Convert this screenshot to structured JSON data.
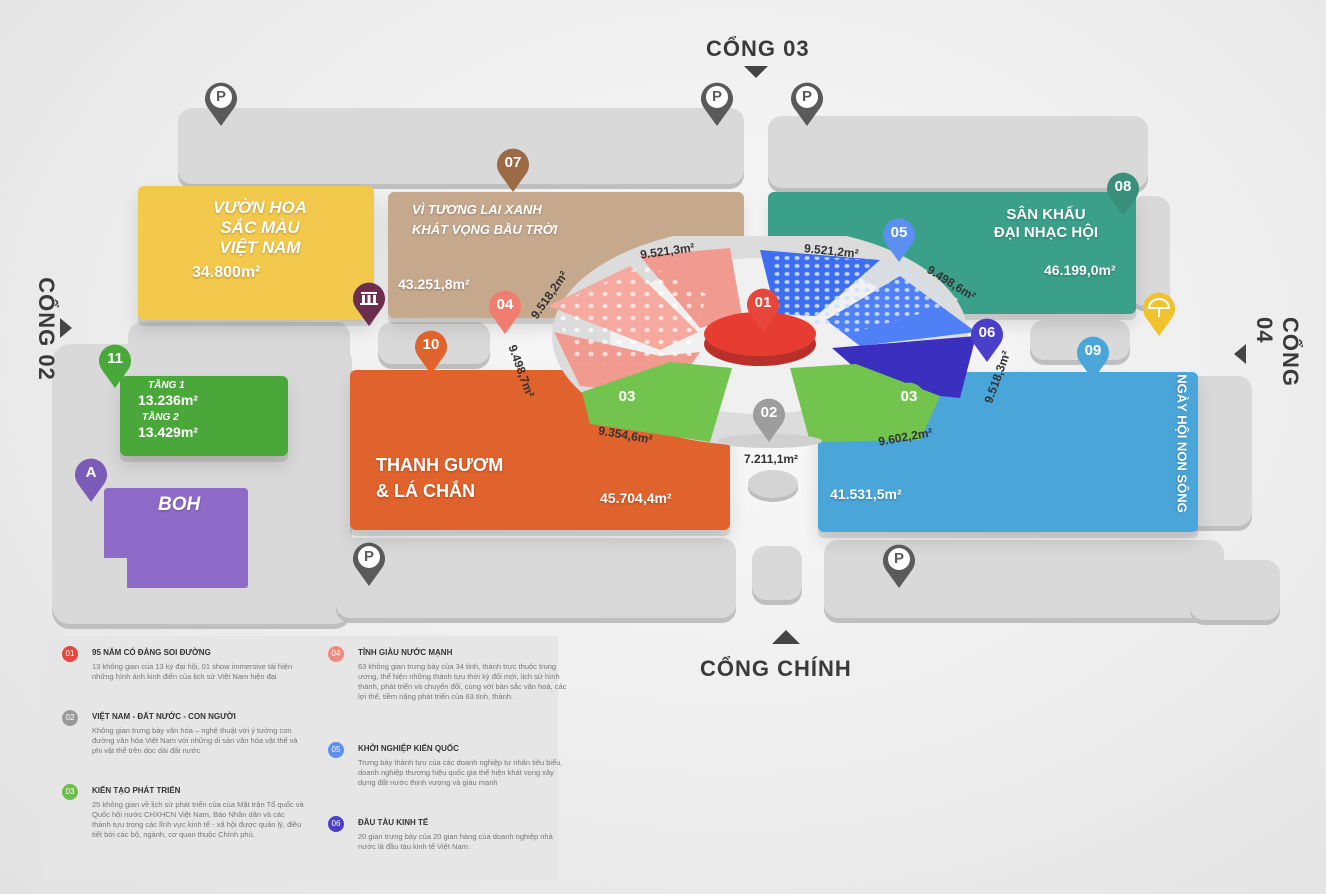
{
  "gates": {
    "gate_03": "CỔNG 03",
    "gate_02": "CỔNG 02",
    "gate_04": "CỔNG 04",
    "gate_main": "CỔNG CHÍNH"
  },
  "parking_label": "P",
  "zones": {
    "z01": {
      "num": "01"
    },
    "z02": {
      "num": "02",
      "area": "7.211,1m²"
    },
    "z03": {
      "num": "03",
      "area_left": "9.354,6m²",
      "area_right": "9.602,2m²"
    },
    "z04": {
      "num": "04",
      "area_a": "9.521,3m²",
      "area_b": "9.518,2m²",
      "area_c": "9.498,7m²"
    },
    "z05": {
      "num": "05",
      "area_a": "9.521,2m²",
      "area_b": "9.498,6m²"
    },
    "z06": {
      "num": "06",
      "area": "9.518,3m²"
    },
    "z07": {
      "num": "07",
      "name": "VÌ TƯƠNG LAI XANH\nKHÁT VỌNG BẦU TRỜI",
      "area": "43.251,8m²"
    },
    "z08": {
      "num": "08",
      "name": "SÂN KHẤU\nĐẠI NHẠC HỘI",
      "area": "46.199,0m²"
    },
    "z09": {
      "num": "09",
      "name": "NGÀY HỘI NON SÔNG",
      "area": "41.531,5m²"
    },
    "z10": {
      "num": "10",
      "name": "THANH GƯƠM\n& LÁ CHẮN",
      "area": "45.704,4m²"
    },
    "z11": {
      "num": "11",
      "floor1": "TẦNG 1",
      "floor1_area": "13.236m²",
      "floor2": "TẦNG 2",
      "floor2_area": "13.429m²"
    },
    "garden": {
      "name": "VƯỜN HOA\nSẮC MÀU\nVIỆT NAM",
      "area": "34.800m²"
    },
    "boh": {
      "pin": "A",
      "name": "BOH"
    }
  },
  "legend": [
    {
      "num": "01",
      "color": "#e8463c",
      "title": "95 NĂM CÓ ĐẢNG SOI ĐƯỜNG",
      "desc": "13 không gian của 13 kỳ đại hội, 01 show immersive tái hiện những hình ảnh kinh điển của lịch sử Việt Nam hiện đại"
    },
    {
      "num": "02",
      "color": "#9a9a9a",
      "title": "VIỆT NAM - ĐẤT NƯỚC - CON NGƯỜI",
      "desc": "Không gian trưng bày văn hóa – nghệ thuật với ý tưởng con đường văn hóa Việt Nam với những di sản văn hóa vật thể và phi vật thể trên dọc dài đất nước"
    },
    {
      "num": "03",
      "color": "#6cc04a",
      "title": "KIẾN TẠO PHÁT TRIỂN",
      "desc": "25 không gian về lịch sử phát triển của của Mặt trận Tổ quốc và Quốc hội nước CHXHCN Việt Nam, Báo Nhân dân và các thành tựu trong các lĩnh vực kinh tế - xã hội được quản lý, điều tiết bởi các bộ, ngành, cơ quan thuộc Chính phủ."
    },
    {
      "num": "04",
      "color": "#ef8a7e",
      "title": "TỈNH GIÀU NƯỚC MẠNH",
      "desc": "63 không gian trưng bày của 34 tỉnh, thành trực thuộc trung ương, thể hiện những thành tựu thời kỳ đổi mới, lịch sử hình thành, phát triển và chuyển đổi, cùng với bản sắc văn hoá, các lợi thế, tiềm năng phát triển của 63 tỉnh, thành."
    },
    {
      "num": "05",
      "color": "#5b8ff0",
      "title": "KHỞI NGHIỆP KIẾN QUỐC",
      "desc": "Trưng bày thành tựu của các doanh nghiệp tư nhân tiêu biểu, doanh nghiệp thương hiệu quốc gia thể hiện khát vọng xây dựng đất nước thịnh vượng và giàu mạnh"
    },
    {
      "num": "06",
      "color": "#4a3fc9",
      "title": "ĐẦU TÀU KINH TẾ",
      "desc": "20 gian trưng bày của 20 gian hàng của doanh nghiệp nhà nước là đầu tàu kinh tế Việt Nam."
    }
  ],
  "colors": {
    "z01": "#e63c32",
    "z02": "#9d9d9d",
    "z03": "#72c44e",
    "z04": "#f19b90",
    "z05": "#3d6ef2",
    "z06": "#3b2fc0",
    "z07": "#9c6a45",
    "z08": "#3aa08a",
    "z09": "#4aa6d8",
    "z10": "#e0622c",
    "z11": "#4aa83a",
    "boh": "#8e6bc9",
    "garden": "#f2c94c",
    "pin_museum": "#6b2e4e",
    "pin_sun": "#f0c22e"
  }
}
